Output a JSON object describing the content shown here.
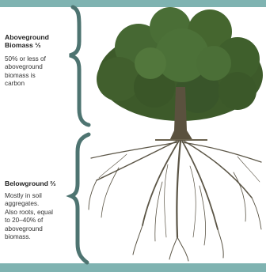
{
  "above": {
    "heading": "Aboveground\nBiomass ⅓",
    "description": "50% or less of\naboveground\nbiomass is\ncarbon"
  },
  "below": {
    "heading": "Belowground ⅔",
    "description": "Mostly in soil\naggregates.\nAlso roots, equal\nto 20–40% of\naboveground\nbiomass."
  },
  "colors": {
    "frame": "#7fb3b1",
    "brace": "#4e7471",
    "canopy": "#3f5e2c",
    "trunk": "#5a513e",
    "roots": "#5b5546"
  }
}
